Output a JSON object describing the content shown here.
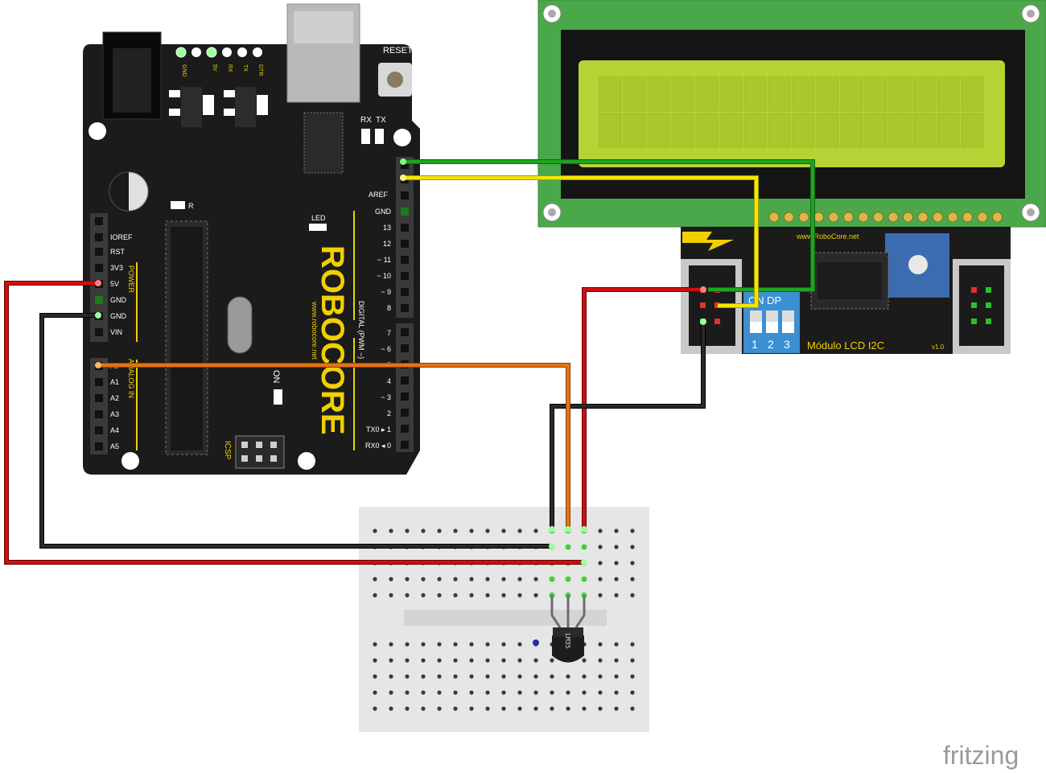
{
  "arduino": {
    "brand": "ROBOCORE",
    "brand_small": "www.robocore.net",
    "reset_label": "RESET",
    "rx_label": "RX",
    "tx_label": "TX",
    "led_label": "LED",
    "r_label": "R",
    "on_label": "ON",
    "icsp_label": "ICSP",
    "aref_label": "AREF",
    "top_header": [
      "GND",
      "5V",
      "RX",
      "TX",
      "DTR"
    ],
    "power_pins": [
      "IOREF",
      "RST",
      "3V3",
      "5V",
      "GND",
      "GND",
      "VIN"
    ],
    "power_title": "POWER",
    "analog_pins": [
      "A0",
      "A1",
      "A2",
      "A3",
      "A4",
      "A5"
    ],
    "analog_title": "ANALOG IN",
    "digital_high": [
      "GND",
      "13",
      "12",
      "~ 11",
      "~ 10",
      "~ 9",
      "8"
    ],
    "digital_low": [
      "7",
      "~ 6",
      "~ 5",
      "4",
      "~ 3",
      "2",
      "TX0 ▸ 1",
      "RX0 ◂ 0"
    ],
    "digital_title": "DIGITAL (PWM ~)"
  },
  "lcd": {
    "module_label": "Módulo LCD I2C",
    "version": "v1.0",
    "url": "www.RoboCore.net",
    "dip_label": "ON DP",
    "dip_numbers": [
      "1",
      "2",
      "3"
    ]
  },
  "sensor": {
    "label": "LM35"
  },
  "watermark": "fritzing",
  "colors": {
    "board": "#1b1b1b",
    "accent_yellow": "#f0d000",
    "lcd_pcb": "#4aa84a",
    "lcd_screen": "#b5d334",
    "wire_red": "#cc1010",
    "wire_black": "#1a1a1a",
    "wire_orange": "#e37413",
    "wire_green": "#1ea51e",
    "wire_yellow": "#f2e600",
    "dip_blue": "#3c8fd2"
  }
}
